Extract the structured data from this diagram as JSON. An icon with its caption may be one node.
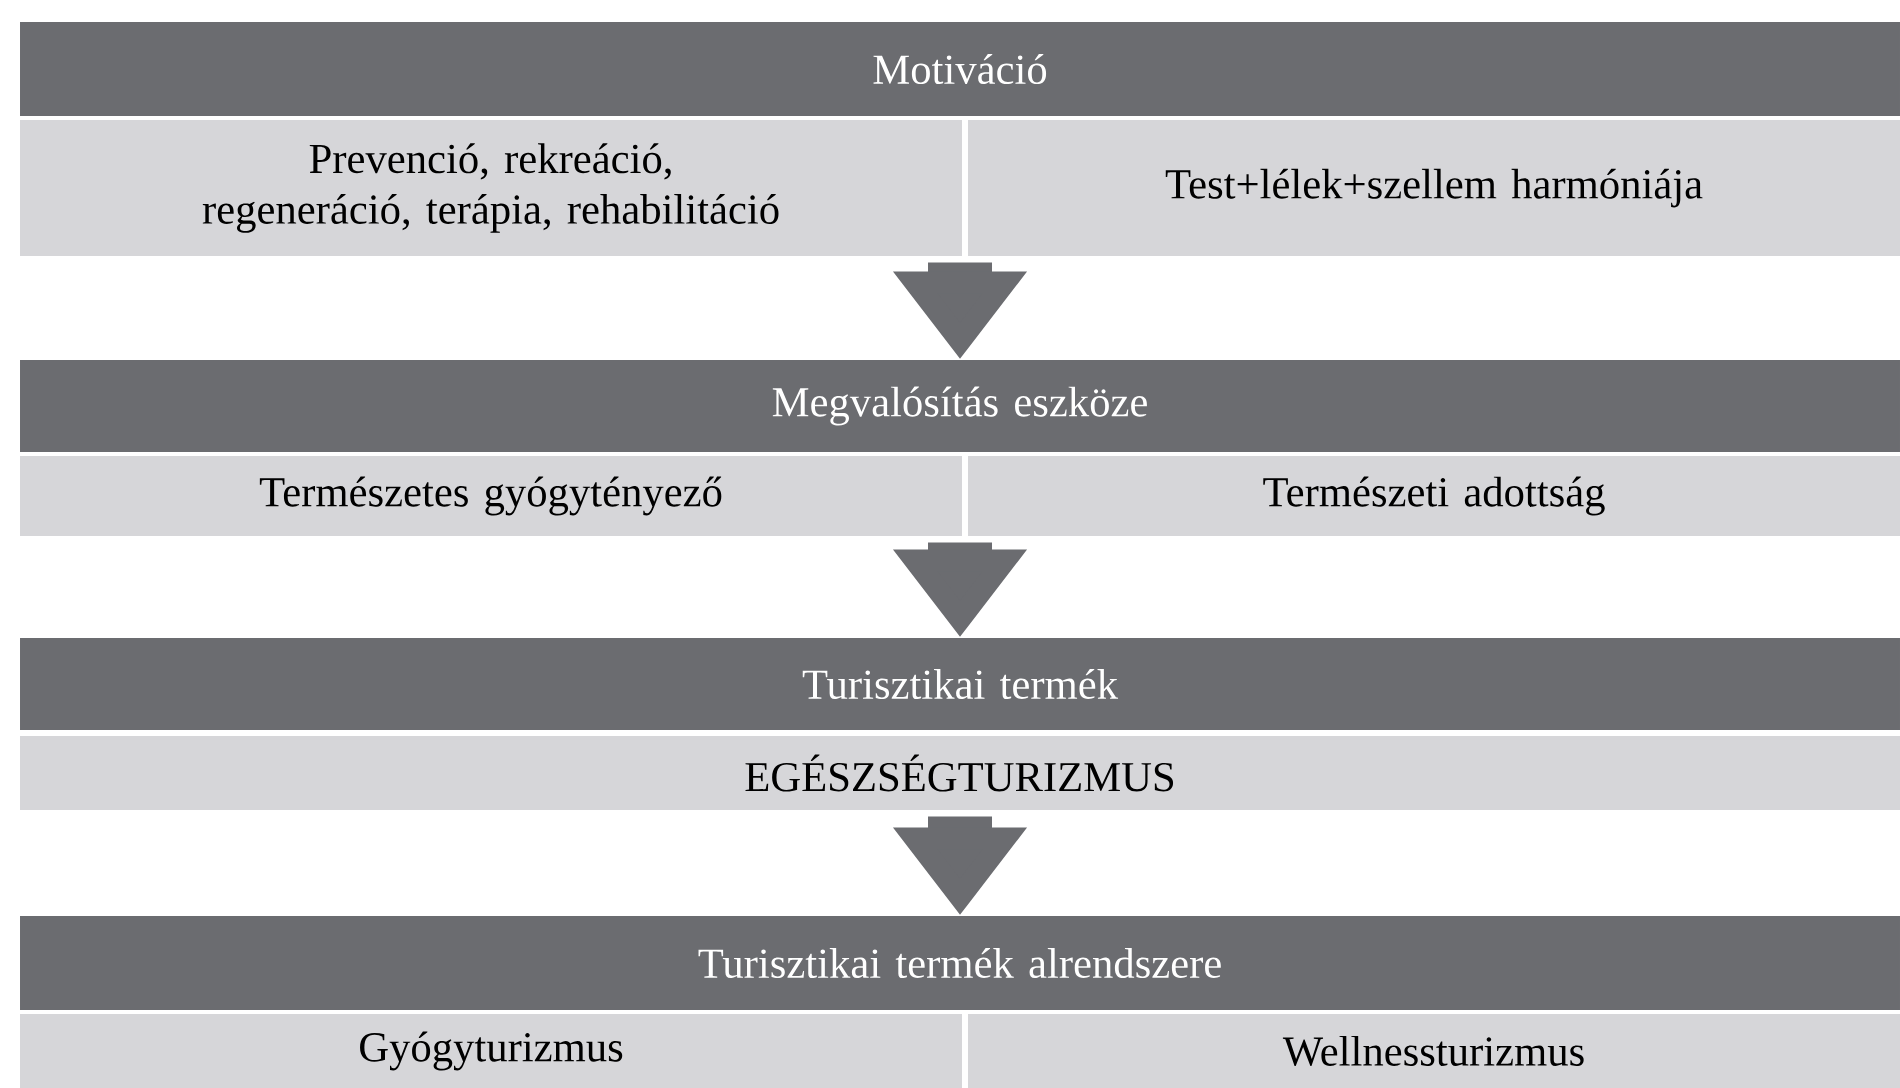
{
  "diagram": {
    "nodes": [
      {
        "text": [
          "Motiváció"
        ]
      },
      {
        "text": [
          "Prevenció, rekreáció, regeneráció, terápia, rehabilitáció"
        ]
      },
      {
        "text": [
          "Test+lélek+szellem harmóniája"
        ]
      },
      {
        "text": [
          "Megvalósítás eszköze"
        ]
      },
      {
        "text": [
          "Természetes gyógytényező"
        ]
      },
      {
        "text": [
          "Természeti adottság"
        ]
      },
      {
        "text": [
          "Turisztikai termék"
        ]
      },
      {
        "text": [
          "EGÉSZSÉGTURIZMUS"
        ]
      },
      {
        "text": [
          "Turisztikai termék alrendszere"
        ]
      },
      {
        "text": [
          "Gyógyturizmus"
        ]
      },
      {
        "text": [
          "Wellnessturizmus"
        ]
      }
    ],
    "edges": [
      {
        "from": 1,
        "to": 3,
        "arrow": "to"
      },
      {
        "from": 4,
        "to": 6,
        "arrow": "to"
      },
      {
        "from": 7,
        "to": 8,
        "arrow": "to"
      }
    ]
  }
}
